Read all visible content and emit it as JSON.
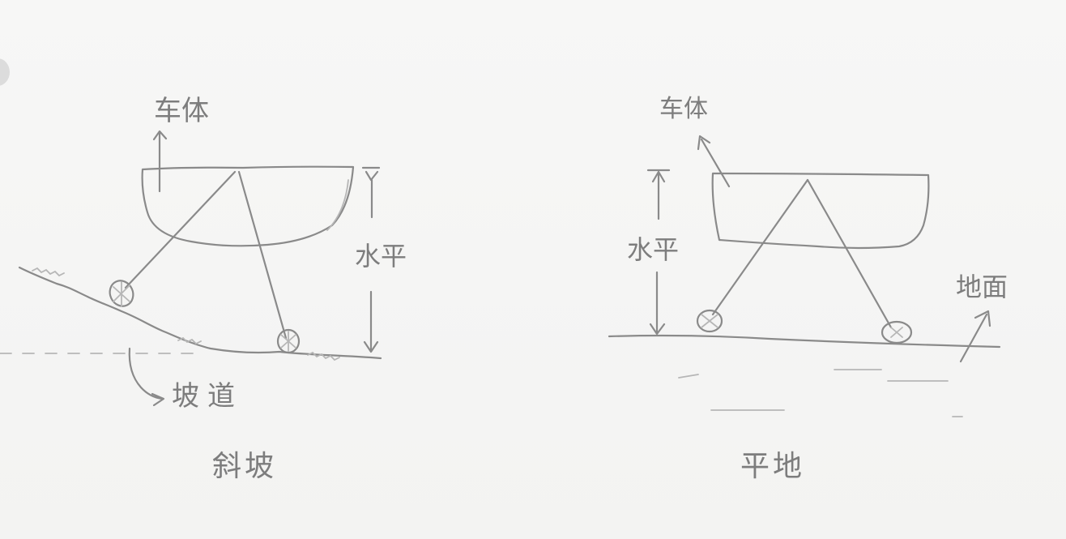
{
  "left_diagram": {
    "body_label": "车体",
    "level_label": "水平",
    "ramp_label": "坡道",
    "caption": "斜坡"
  },
  "right_diagram": {
    "body_label": "车体",
    "level_label": "水平",
    "ground_label": "地面",
    "caption": "平地"
  }
}
